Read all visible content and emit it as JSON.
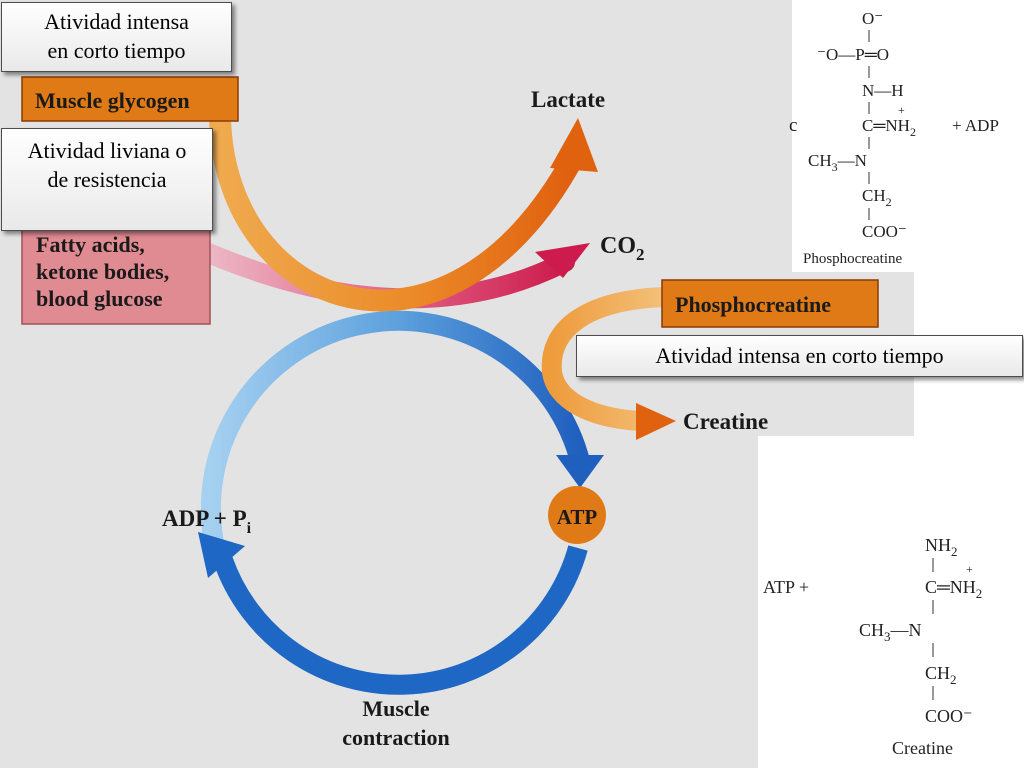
{
  "callouts": {
    "top_left": "Atividad intensa\nen corto tiempo",
    "middle_left": "Atividad liviana o\nde resistencia",
    "right": "Atividad intensa en corto tiempo"
  },
  "diagram": {
    "boxes": {
      "muscle_glycogen": "Muscle glycogen",
      "fatty_acids": [
        "Fatty acids,",
        "ketone bodies,",
        "blood glucose"
      ],
      "phosphocreatine": "Phosphocreatine"
    },
    "labels": {
      "lactate": "Lactate",
      "co2": "CO",
      "co2_sub": "2",
      "atp": "ATP",
      "adp_pi": "ADP + P",
      "adp_pi_sub": "i",
      "creatine": "Creatine",
      "muscle_contraction": [
        "Muscle",
        "contraction"
      ]
    }
  },
  "phosphocreatine_structure": {
    "o_minus": "O⁻",
    "o_p_o": "⁻O—P═O",
    "n_h": "N—H",
    "plus_charge": "+",
    "c_nh2": "C═NH",
    "c_nh2_sub": "2",
    "plus_adp": "+   ADP",
    "ch3_n": "CH",
    "ch3_n_sub": "3",
    "ch3_n_tail": "—N",
    "ch2": "CH",
    "ch2_sub": "2",
    "coo": "COO⁻",
    "name": "Phosphocreatine",
    "partial_char": "c"
  },
  "creatine_structure": {
    "atp_plus": "ATP   +",
    "nh2_top": "NH",
    "nh2_top_sub": "2",
    "plus_charge": "+",
    "c_nh2": "C═NH",
    "c_nh2_sub": "2",
    "ch3_n": "CH",
    "ch3_n_sub": "3",
    "ch3_n_tail": "—N",
    "ch2": "CH",
    "ch2_sub": "2",
    "coo": "COO⁻",
    "name": "Creatine"
  },
  "colors": {
    "panel": "#e3e3e3",
    "orange_box": "#e07a16",
    "pink_box": "#e08a92",
    "lactate_arrow": "#e0620f",
    "co2_arrow": "#cc1b4c",
    "cycle_blue": "#1f67c4",
    "cycle_light": "#8cc3ec",
    "atp_circle": "#e07a16"
  }
}
